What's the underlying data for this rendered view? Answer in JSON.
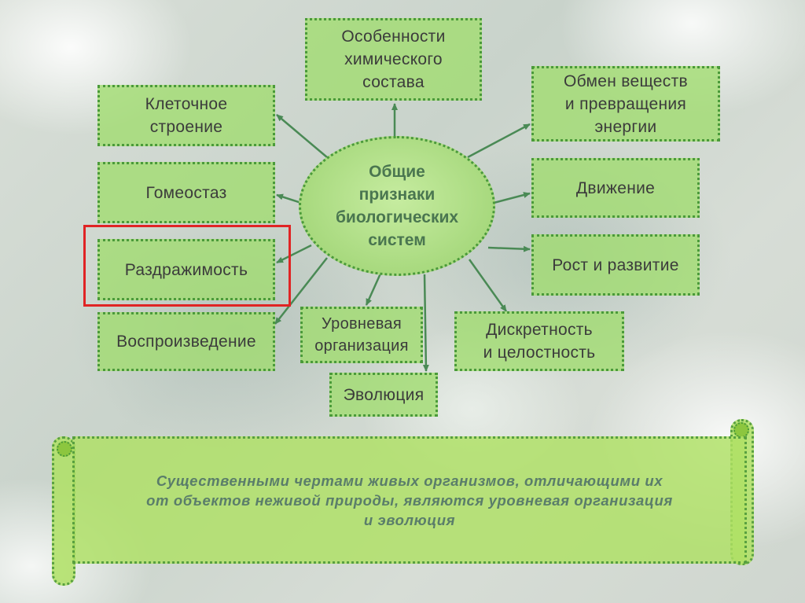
{
  "center": {
    "lines": [
      "Общие",
      "признаки",
      "биологических",
      "систем"
    ]
  },
  "nodes": {
    "chemical": [
      "Особенности",
      "химического",
      "состава"
    ],
    "cellular": [
      "Клеточное",
      "строение"
    ],
    "metabolism": [
      "Обмен веществ",
      "и превращения",
      "энергии"
    ],
    "homeostasis": [
      "Гомеостаз"
    ],
    "movement": [
      "Движение"
    ],
    "irritability": [
      "Раздражимость"
    ],
    "growth": [
      "Рост и развитие"
    ],
    "reproduction": [
      "Воспроизведение"
    ],
    "level_org": [
      "Уровневая",
      "организация"
    ],
    "discreteness": [
      "Дискретность",
      "и целостность"
    ],
    "evolution": [
      "Эволюция"
    ]
  },
  "conclusion": {
    "lines": [
      "Существенными чертами живых организмов, отличающими их",
      "от объектов неживой природы, являются уровневая организация",
      "и эволюция"
    ]
  },
  "colors": {
    "box_fill": "#a0dc6e",
    "box_border": "#4a9a3a",
    "arrow": "#4a8a55",
    "highlight": "#e02424",
    "scroll_text": "#5a7d6a"
  },
  "highlighted_node": "irritability"
}
